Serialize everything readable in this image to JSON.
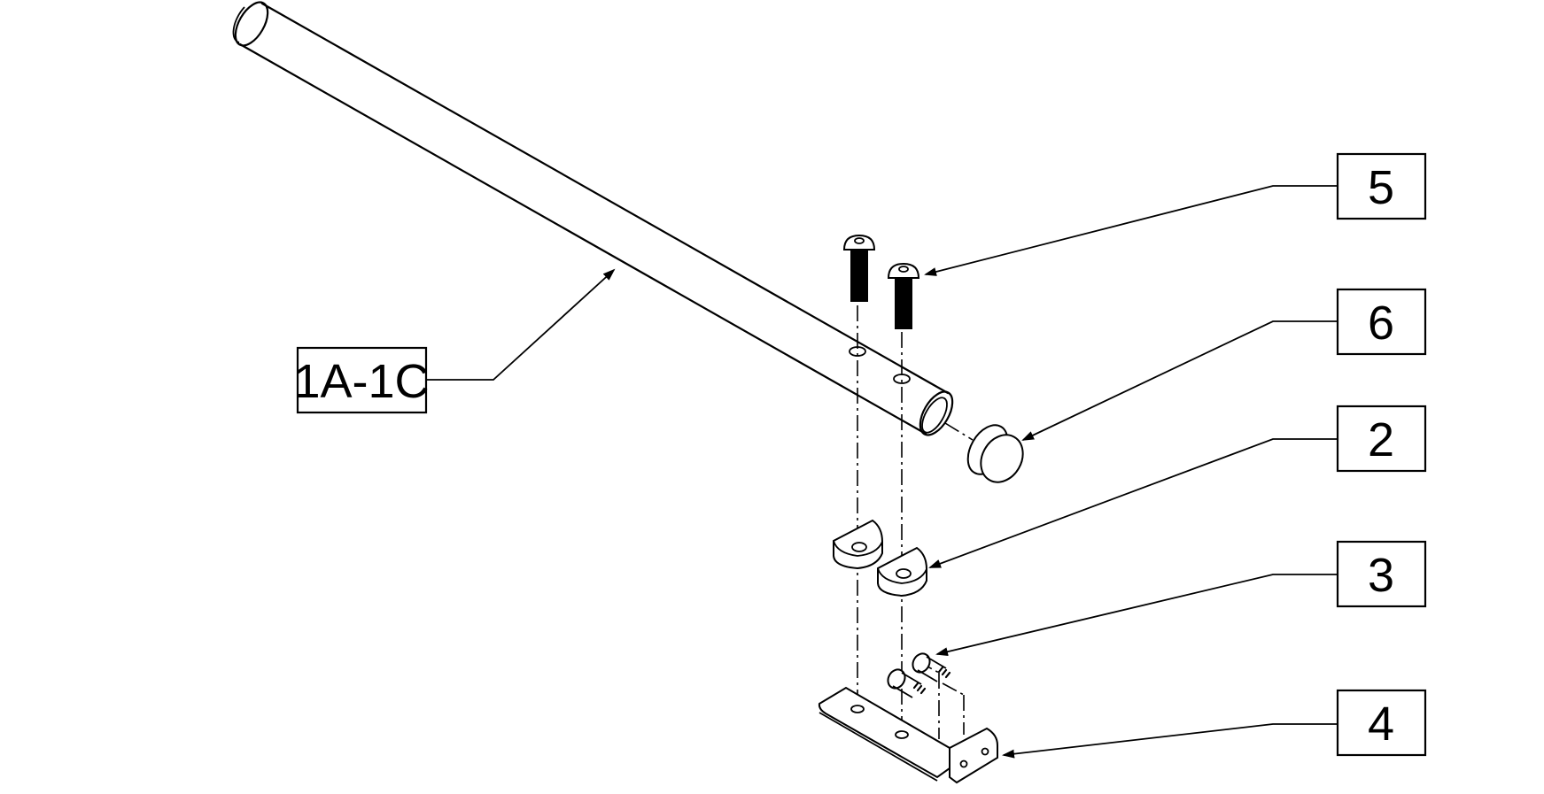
{
  "callouts": [
    {
      "id": "1A-1C",
      "label": "1A-1C",
      "part": "tube"
    },
    {
      "id": "5",
      "label": "5",
      "part": "button-head-screw"
    },
    {
      "id": "6",
      "label": "6",
      "part": "end-cap"
    },
    {
      "id": "2",
      "label": "2",
      "part": "tube-clamp-block"
    },
    {
      "id": "3",
      "label": "3",
      "part": "shoulder-bolt"
    },
    {
      "id": "4",
      "label": "4",
      "part": "mounting-bracket"
    }
  ]
}
